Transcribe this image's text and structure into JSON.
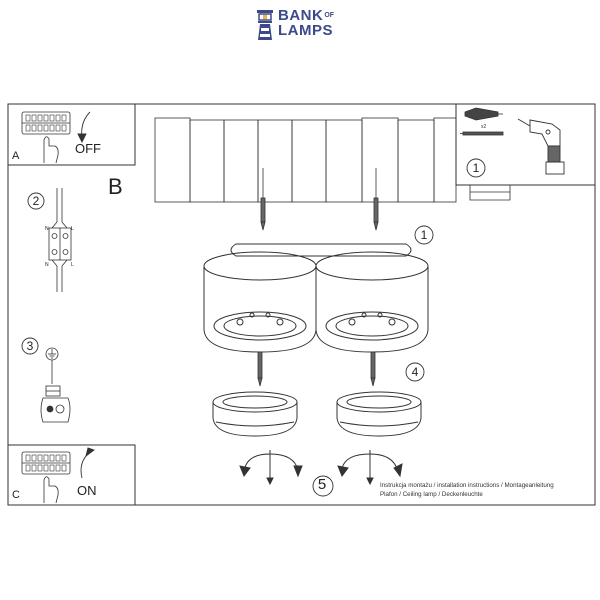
{
  "brand": {
    "line1": "BANK",
    "of": "OF",
    "line2": "LAMPS",
    "color": "#3d4a8a"
  },
  "panels": {
    "a_label": "A",
    "off_label": "OFF",
    "c_label": "C",
    "on_label": "ON",
    "b_label": "B"
  },
  "steps": {
    "s1_tools": "1",
    "s1_main": "1",
    "s2": "2",
    "s3": "3",
    "s4": "4",
    "s5": "5"
  },
  "tools": {
    "quantity": "x2"
  },
  "terminal": {
    "n_top": "N",
    "l_top": "L",
    "n_bottom": "N",
    "l_bottom": "L"
  },
  "caption": {
    "line1": "Instrukcja montażu / installation instructions / Montageanleitung",
    "line2": "Plafon / Ceiling lamp / Deckenleuchte"
  }
}
